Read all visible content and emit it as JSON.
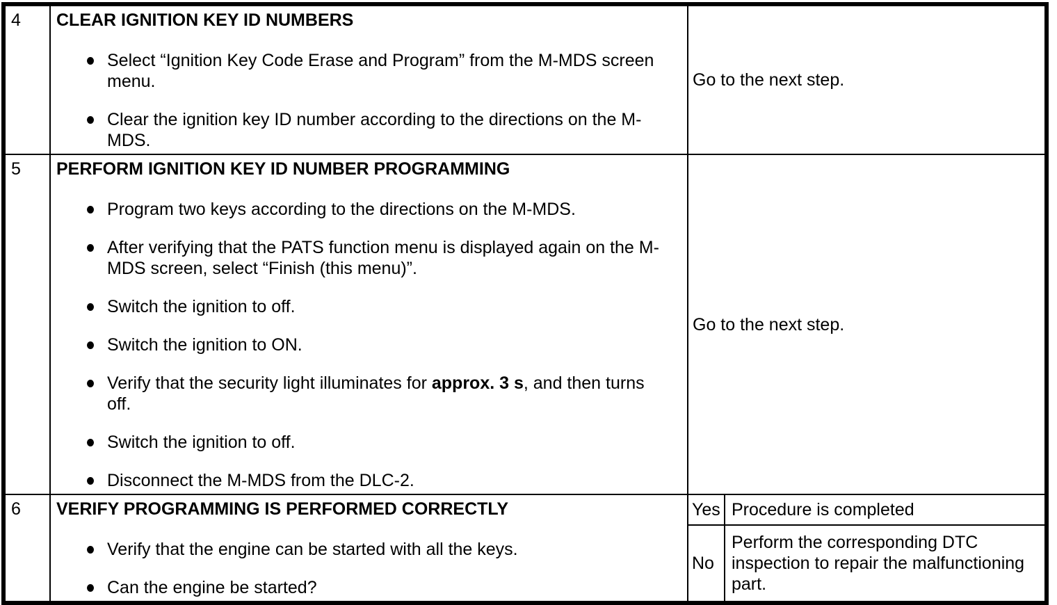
{
  "table": {
    "rows": [
      {
        "step": "4",
        "title": "CLEAR IGNITION KEY ID NUMBERS",
        "bullets": [
          "Select “Ignition Key Code Erase and Program” from the M-MDS screen menu.",
          "Clear the ignition key ID number according to the directions on the M-MDS."
        ],
        "result": "Go to the next step."
      },
      {
        "step": "5",
        "title": "PERFORM IGNITION KEY ID NUMBER PROGRAMMING",
        "bullets": [
          "Program two keys according to the directions on the M-MDS.",
          "After verifying that the PATS function menu is displayed again on the M-MDS screen, select “Finish (this menu)”.",
          "Switch the ignition to off.",
          "Switch the ignition to ON.",
          {
            "pre": "Verify that the security light illuminates for ",
            "bold": "approx. 3 s",
            "post": ", and then turns off."
          },
          "Switch the ignition to off.",
          "Disconnect the M-MDS from the DLC-2."
        ],
        "result": "Go to the next step."
      },
      {
        "step": "6",
        "title": "VERIFY PROGRAMMING IS PERFORMED CORRECTLY",
        "bullets": [
          "Verify that the engine can be started with all the keys.",
          "Can the engine be started?"
        ],
        "branches": [
          {
            "answer": "Yes",
            "result": "Procedure is completed"
          },
          {
            "answer": "No",
            "result": "Perform the corresponding DTC inspection to repair the malfunctioning part."
          }
        ]
      }
    ]
  }
}
